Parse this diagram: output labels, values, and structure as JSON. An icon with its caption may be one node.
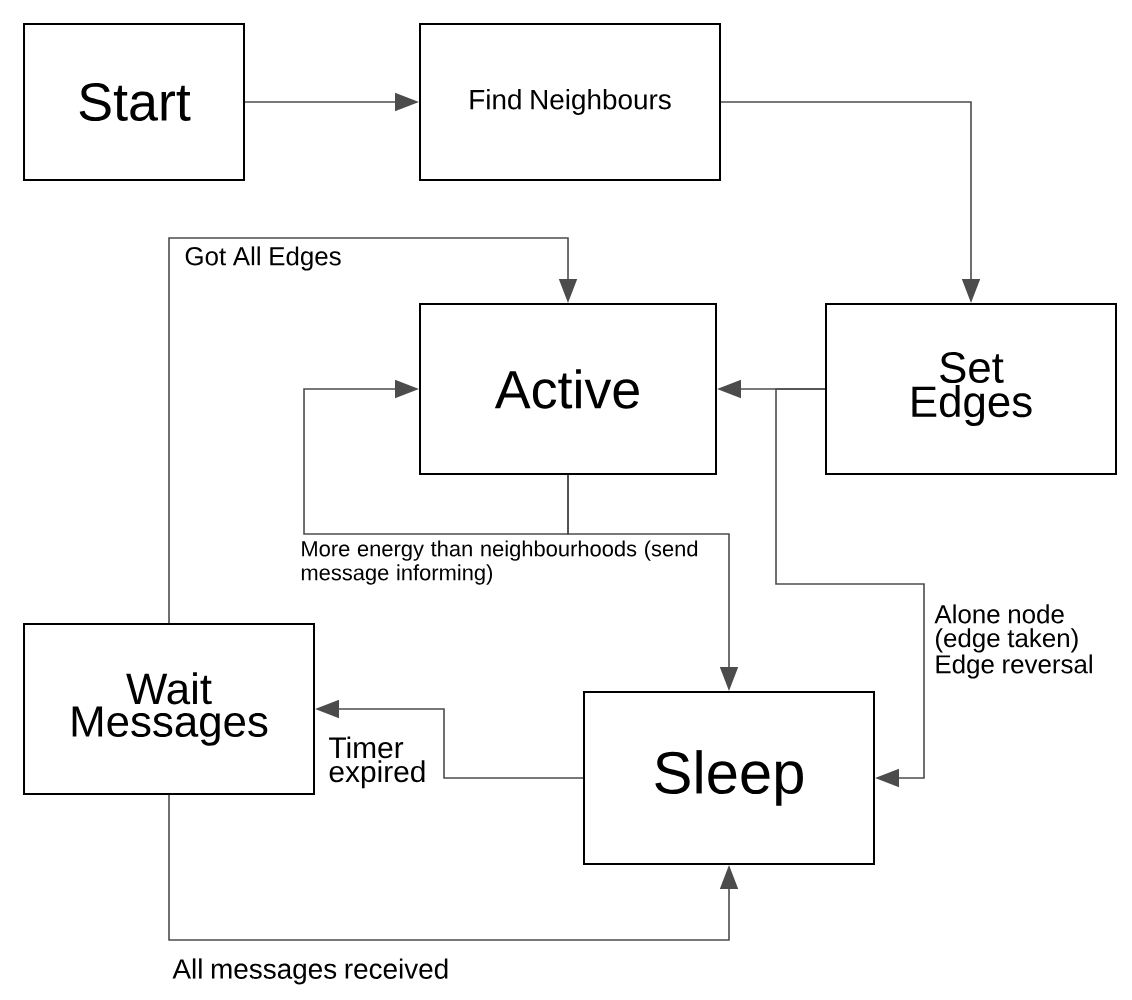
{
  "diagram": {
    "nodes": [
      {
        "text": [
          "Start"
        ]
      },
      {
        "text": [
          "Find Neighbours"
        ]
      },
      {
        "text": [
          "Set Edges"
        ]
      },
      {
        "text": [
          "Active"
        ]
      },
      {
        "text": [
          "Wait Messages"
        ]
      },
      {
        "text": [
          "Sleep"
        ]
      }
    ],
    "edges": [
      {
        "from": 0,
        "to": 1,
        "arrow": "to"
      },
      {
        "from": 1,
        "to": 2,
        "arrow": "to"
      },
      {
        "from": 2,
        "to": 3,
        "arrow": "to"
      },
      {
        "from": 2,
        "to": 5,
        "arrow": "to",
        "label": "Alone node (edge taken) Edge reversal"
      },
      {
        "from": 3,
        "to": 3,
        "arrow": "to"
      },
      {
        "from": 3,
        "to": 5,
        "arrow": "to",
        "label": "More energy than neighbourhoods (send message informing)"
      },
      {
        "from": 5,
        "to": 4,
        "arrow": "to",
        "label": "Timer expired"
      },
      {
        "from": 4,
        "to": 3,
        "arrow": "to",
        "label": "Got All Edges"
      },
      {
        "from": 4,
        "to": 5,
        "arrow": "to",
        "label": "All messages received"
      }
    ]
  }
}
